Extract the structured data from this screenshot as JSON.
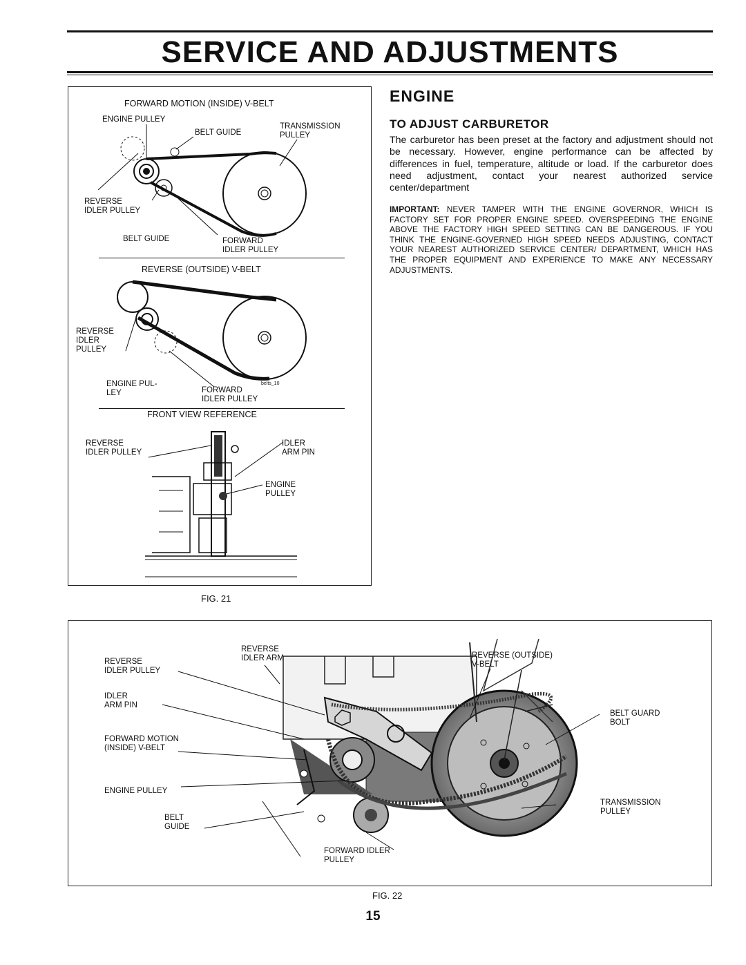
{
  "page_title": "SERVICE AND ADJUSTMENTS",
  "figure21": {
    "forward_belt_title": "FORWARD MOTION (INSIDE) V-BELT",
    "engine_pulley": "ENGINE PULLEY",
    "belt_guide_top": "BELT GUIDE",
    "transmission_pulley": "TRANSMISSION\nPULLEY",
    "reverse_idler_pulley": "REVERSE\nIDLER PULLEY",
    "belt_guide_bottom": "BELT GUIDE",
    "forward_idler_pulley": "FORWARD\nIDLER PULLEY",
    "reverse_belt_title": "REVERSE (OUTSIDE) V-BELT",
    "reverse_idler_pulley_2": "REVERSE\nIDLER\nPULLEY",
    "engine_pulley_2": "ENGINE PUL-\nLEY",
    "forward_idler_pulley_2": "FORWARD\nIDLER PULLEY",
    "drawing_code": "belts_10",
    "front_view_title": "FRONT VIEW REFERENCE",
    "reverse_idler_pulley_3": "REVERSE\nIDLER PULLEY",
    "idler_arm_pin": "IDLER\nARM PIN",
    "engine_pulley_3": "ENGINE\nPULLEY",
    "caption": "FIG. 21"
  },
  "engine_section": {
    "heading": "ENGINE",
    "subheading": "TO ADJUST CARBURETOR",
    "body": "The carburetor has been preset at the factory and adjustment should not be necessary. However, engine performance can be affected by differences in fuel, temperature, altitude or load. If the carburetor does need adjustment, contact your nearest authorized service center/department",
    "important_label": "IMPORTANT:",
    "important_text": " NEVER TAMPER WITH THE ENGINE GOVERNOR, WHICH IS FACTORY SET FOR PROPER ENGINE SPEED. OVERSPEEDING THE ENGINE ABOVE THE FACTORY HIGH SPEED SETTING CAN BE DANGEROUS. IF YOU THINK THE ENGINE-GOVERNED HIGH SPEED NEEDS ADJUSTING, CONTACT YOUR NEAREST AUTHORIZED SERVICE CENTER/ DEPARTMENT, WHICH HAS THE PROPER EQUIPMENT AND EXPERIENCE TO MAKE ANY NECESSARY ADJUSTMENTS."
  },
  "figure22": {
    "reverse_idler_pulley": "REVERSE\nIDLER PULLEY",
    "reverse_idler_arm": "REVERSE\nIDLER ARM",
    "reverse_outside_vbelt": "REVERSE (OUTSIDE)\nV-BELT",
    "idler_arm_pin": "IDLER\nARM PIN",
    "belt_guard_bolt": "BELT GUARD\nBOLT",
    "forward_motion_belt": "FORWARD MOTION\n(INSIDE) V-BELT",
    "engine_pulley": "ENGINE PULLEY",
    "transmission_pulley": "TRANSMISSION\nPULLEY",
    "belt_guide": "BELT\nGUIDE",
    "forward_idler_pulley": "FORWARD IDLER\nPULLEY",
    "caption": "FIG. 22"
  },
  "page_number": "15"
}
